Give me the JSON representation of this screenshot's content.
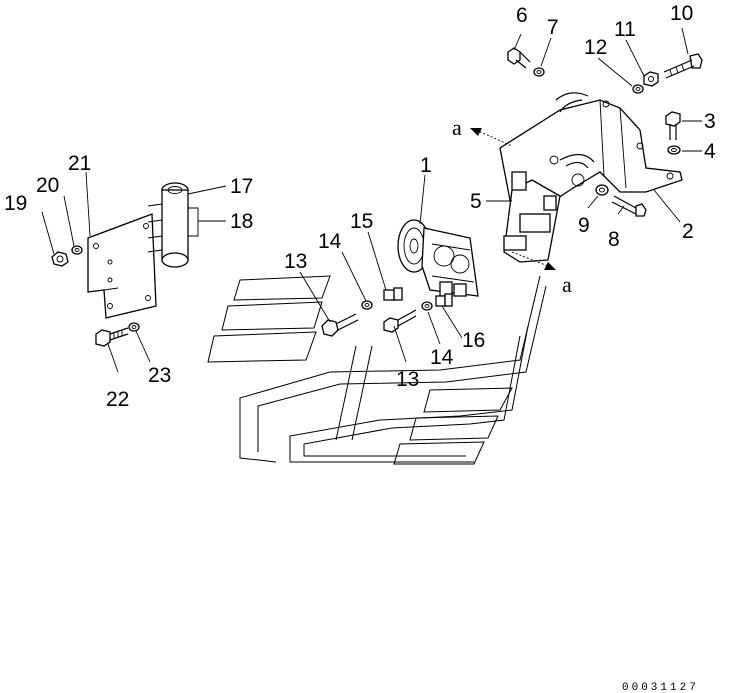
{
  "callouts": [
    {
      "id": "c1",
      "label": "1"
    },
    {
      "id": "c2",
      "label": "2"
    },
    {
      "id": "c3",
      "label": "3"
    },
    {
      "id": "c4",
      "label": "4"
    },
    {
      "id": "c5",
      "label": "5"
    },
    {
      "id": "c6",
      "label": "6"
    },
    {
      "id": "c7",
      "label": "7"
    },
    {
      "id": "c8",
      "label": "8"
    },
    {
      "id": "c9",
      "label": "9"
    },
    {
      "id": "c10",
      "label": "10"
    },
    {
      "id": "c11",
      "label": "11"
    },
    {
      "id": "c12",
      "label": "12"
    },
    {
      "id": "c13a",
      "label": "13"
    },
    {
      "id": "c13b",
      "label": "13"
    },
    {
      "id": "c14a",
      "label": "14"
    },
    {
      "id": "c14b",
      "label": "14"
    },
    {
      "id": "c15",
      "label": "15"
    },
    {
      "id": "c16",
      "label": "16"
    },
    {
      "id": "c17",
      "label": "17"
    },
    {
      "id": "c18",
      "label": "18"
    },
    {
      "id": "c19",
      "label": "19"
    },
    {
      "id": "c20",
      "label": "20"
    },
    {
      "id": "c21",
      "label": "21"
    },
    {
      "id": "c22",
      "label": "22"
    },
    {
      "id": "c23",
      "label": "23"
    }
  ],
  "view_markers": [
    {
      "id": "va1",
      "label": "a"
    },
    {
      "id": "va2",
      "label": "a"
    }
  ],
  "catalog_number": "00031127"
}
